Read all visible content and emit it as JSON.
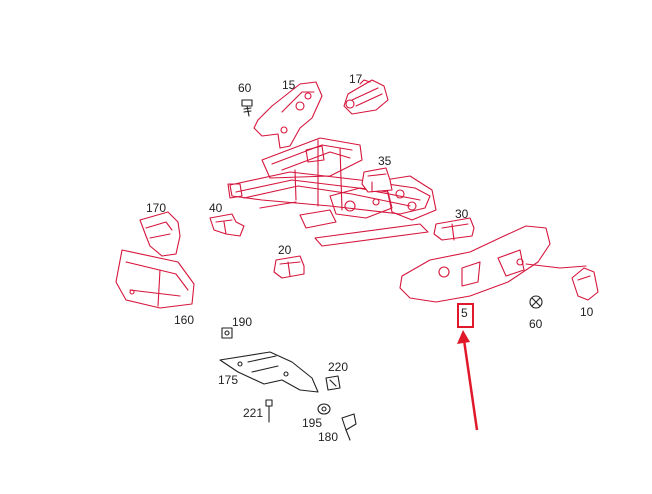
{
  "labels": {
    "p60a": "60",
    "p15": "15",
    "p17": "17",
    "p35": "35",
    "p170": "170",
    "p40": "40",
    "p30": "30",
    "p20": "20",
    "p160": "160",
    "p5": "5",
    "p60b": "60",
    "p10": "10",
    "p190": "190",
    "p175": "175",
    "p220": "220",
    "p221": "221",
    "p195": "195",
    "p180": "180"
  },
  "colors": {
    "line": "#d6163c",
    "highlight": "#e0182a",
    "text": "#222222"
  }
}
